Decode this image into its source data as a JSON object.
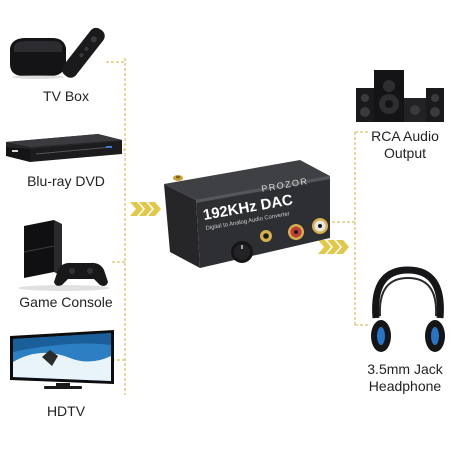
{
  "colors": {
    "connector": "#d8c36a",
    "arrow": "#e2c84a",
    "device_dark": "#1b1b1d",
    "box_side": "#2a2a2c",
    "box_top": "#414245",
    "box_face": "#303135",
    "brand_text": "#d9d9d9",
    "gold": "#c9a23a",
    "rca_red": "#c23a3a",
    "rca_white": "#e8e8e8"
  },
  "sources": [
    {
      "label": "TV Box",
      "icon": "tv-box-icon"
    },
    {
      "label": "Blu-ray DVD",
      "icon": "bluray-player-icon"
    },
    {
      "label": "Game Console",
      "icon": "game-console-icon"
    },
    {
      "label": "HDTV",
      "icon": "hdtv-icon"
    }
  ],
  "converter": {
    "brand": "PROZOR",
    "model": "192KHz DAC",
    "subtitle": "Digital to Analog Audio Converter",
    "icon": "dac-converter-icon"
  },
  "outputs": [
    {
      "label_line1": "RCA Audio",
      "label_line2": "Output",
      "icon": "speaker-system-icon"
    },
    {
      "label_line1": "3.5mm Jack",
      "label_line2": "Headphone",
      "icon": "headphone-icon"
    }
  ]
}
